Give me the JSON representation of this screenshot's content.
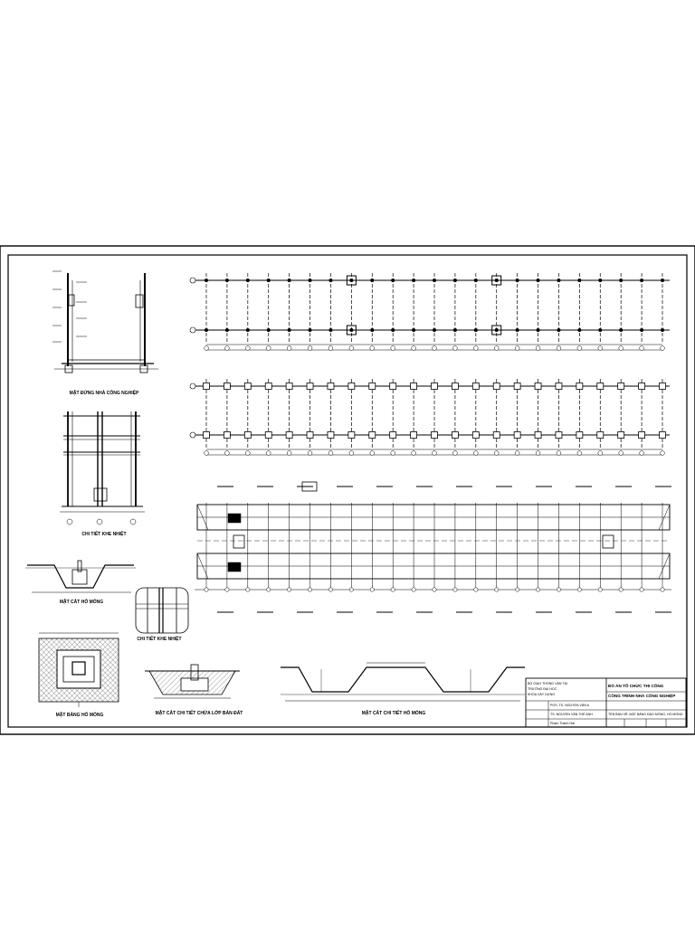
{
  "drawings": {
    "elevation": "MẶT ĐỨNG NHÀ CÔNG NGHIỆP",
    "expansion_joint_1": "CHI TIẾT KHE NHIỆT",
    "expansion_joint_2": "CHI TIẾT KHE NHIỆT",
    "pit_section": "MẶT CẮT HỐ MÓNG",
    "pit_plan": "MẶT BẰNG HỐ MÓNG",
    "sand_layer": "MẶT CẮT CHI TIẾT CHỨA LỚP BẢN ĐẤT",
    "pit_detail_section": "MẶT CẮT CHI TIẾT HỐ MÓNG"
  },
  "grid": {
    "column_count": 23,
    "row_labels": [
      "A",
      "B"
    ]
  },
  "title_block": {
    "left_lines": [
      "BỘ GIAO THÔNG VẬN TẢI",
      "TRƯỜNG ĐẠI HỌC",
      "KHOA XÂY DỰNG"
    ],
    "mid_row_1": "PGS. TS. NGUYỄN VĂN A",
    "mid_row_2": "TS. NGUYỄN VĂN THẾ ANH",
    "mid_row_3": "Phạm Thành Hải",
    "header": "ĐỒ ÁN TỔ CHỨC THI CÔNG",
    "project": "CÔNG TRÌNH NHÀ CÔNG NGHIỆP",
    "sheet_name": "TÊN BẢN VẼ: MẶT BẰNG ĐÀO MÓNG, HỐ MÓNG"
  }
}
